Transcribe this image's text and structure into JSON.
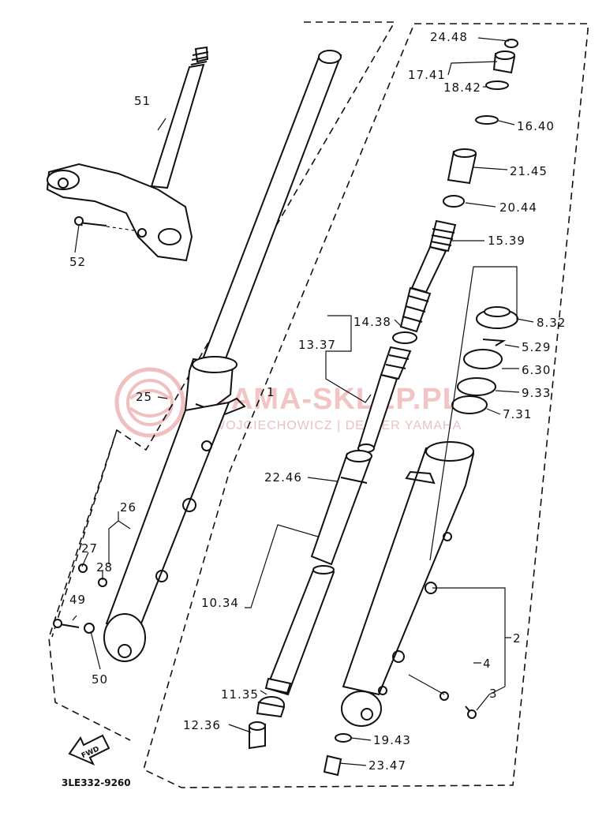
{
  "diagram": {
    "code": "3LE332-9260",
    "fwd_label": "FWD",
    "watermark": {
      "brand": "YAMA-SKLEP.PL",
      "sub": "WOJCIECHOWICZ | DEALER YAMAHA"
    },
    "labels": [
      {
        "id": "24",
        "text": "24.48"
      },
      {
        "id": "17",
        "text": "17.41"
      },
      {
        "id": "18",
        "text": "18.42"
      },
      {
        "id": "16",
        "text": "16.40"
      },
      {
        "id": "21",
        "text": "21.45"
      },
      {
        "id": "20",
        "text": "20.44"
      },
      {
        "id": "15",
        "text": "15.39"
      },
      {
        "id": "14",
        "text": "14.38"
      },
      {
        "id": "13",
        "text": "13.37"
      },
      {
        "id": "8",
        "text": "8.32"
      },
      {
        "id": "5",
        "text": "5.29"
      },
      {
        "id": "6",
        "text": "6.30"
      },
      {
        "id": "9",
        "text": "9.33"
      },
      {
        "id": "7",
        "text": "7.31"
      },
      {
        "id": "1",
        "text": "1"
      },
      {
        "id": "22",
        "text": "22.46"
      },
      {
        "id": "51",
        "text": "51"
      },
      {
        "id": "52",
        "text": "52"
      },
      {
        "id": "25",
        "text": "25"
      },
      {
        "id": "26",
        "text": "26"
      },
      {
        "id": "27",
        "text": "27"
      },
      {
        "id": "28",
        "text": "28"
      },
      {
        "id": "49",
        "text": "49"
      },
      {
        "id": "50",
        "text": "50"
      },
      {
        "id": "10",
        "text": "10.34"
      },
      {
        "id": "11",
        "text": "11.35"
      },
      {
        "id": "12",
        "text": "12.36"
      },
      {
        "id": "2",
        "text": "2"
      },
      {
        "id": "4",
        "text": "4"
      },
      {
        "id": "3",
        "text": "3"
      },
      {
        "id": "19",
        "text": "19.43"
      },
      {
        "id": "23",
        "text": "23.47"
      }
    ]
  }
}
